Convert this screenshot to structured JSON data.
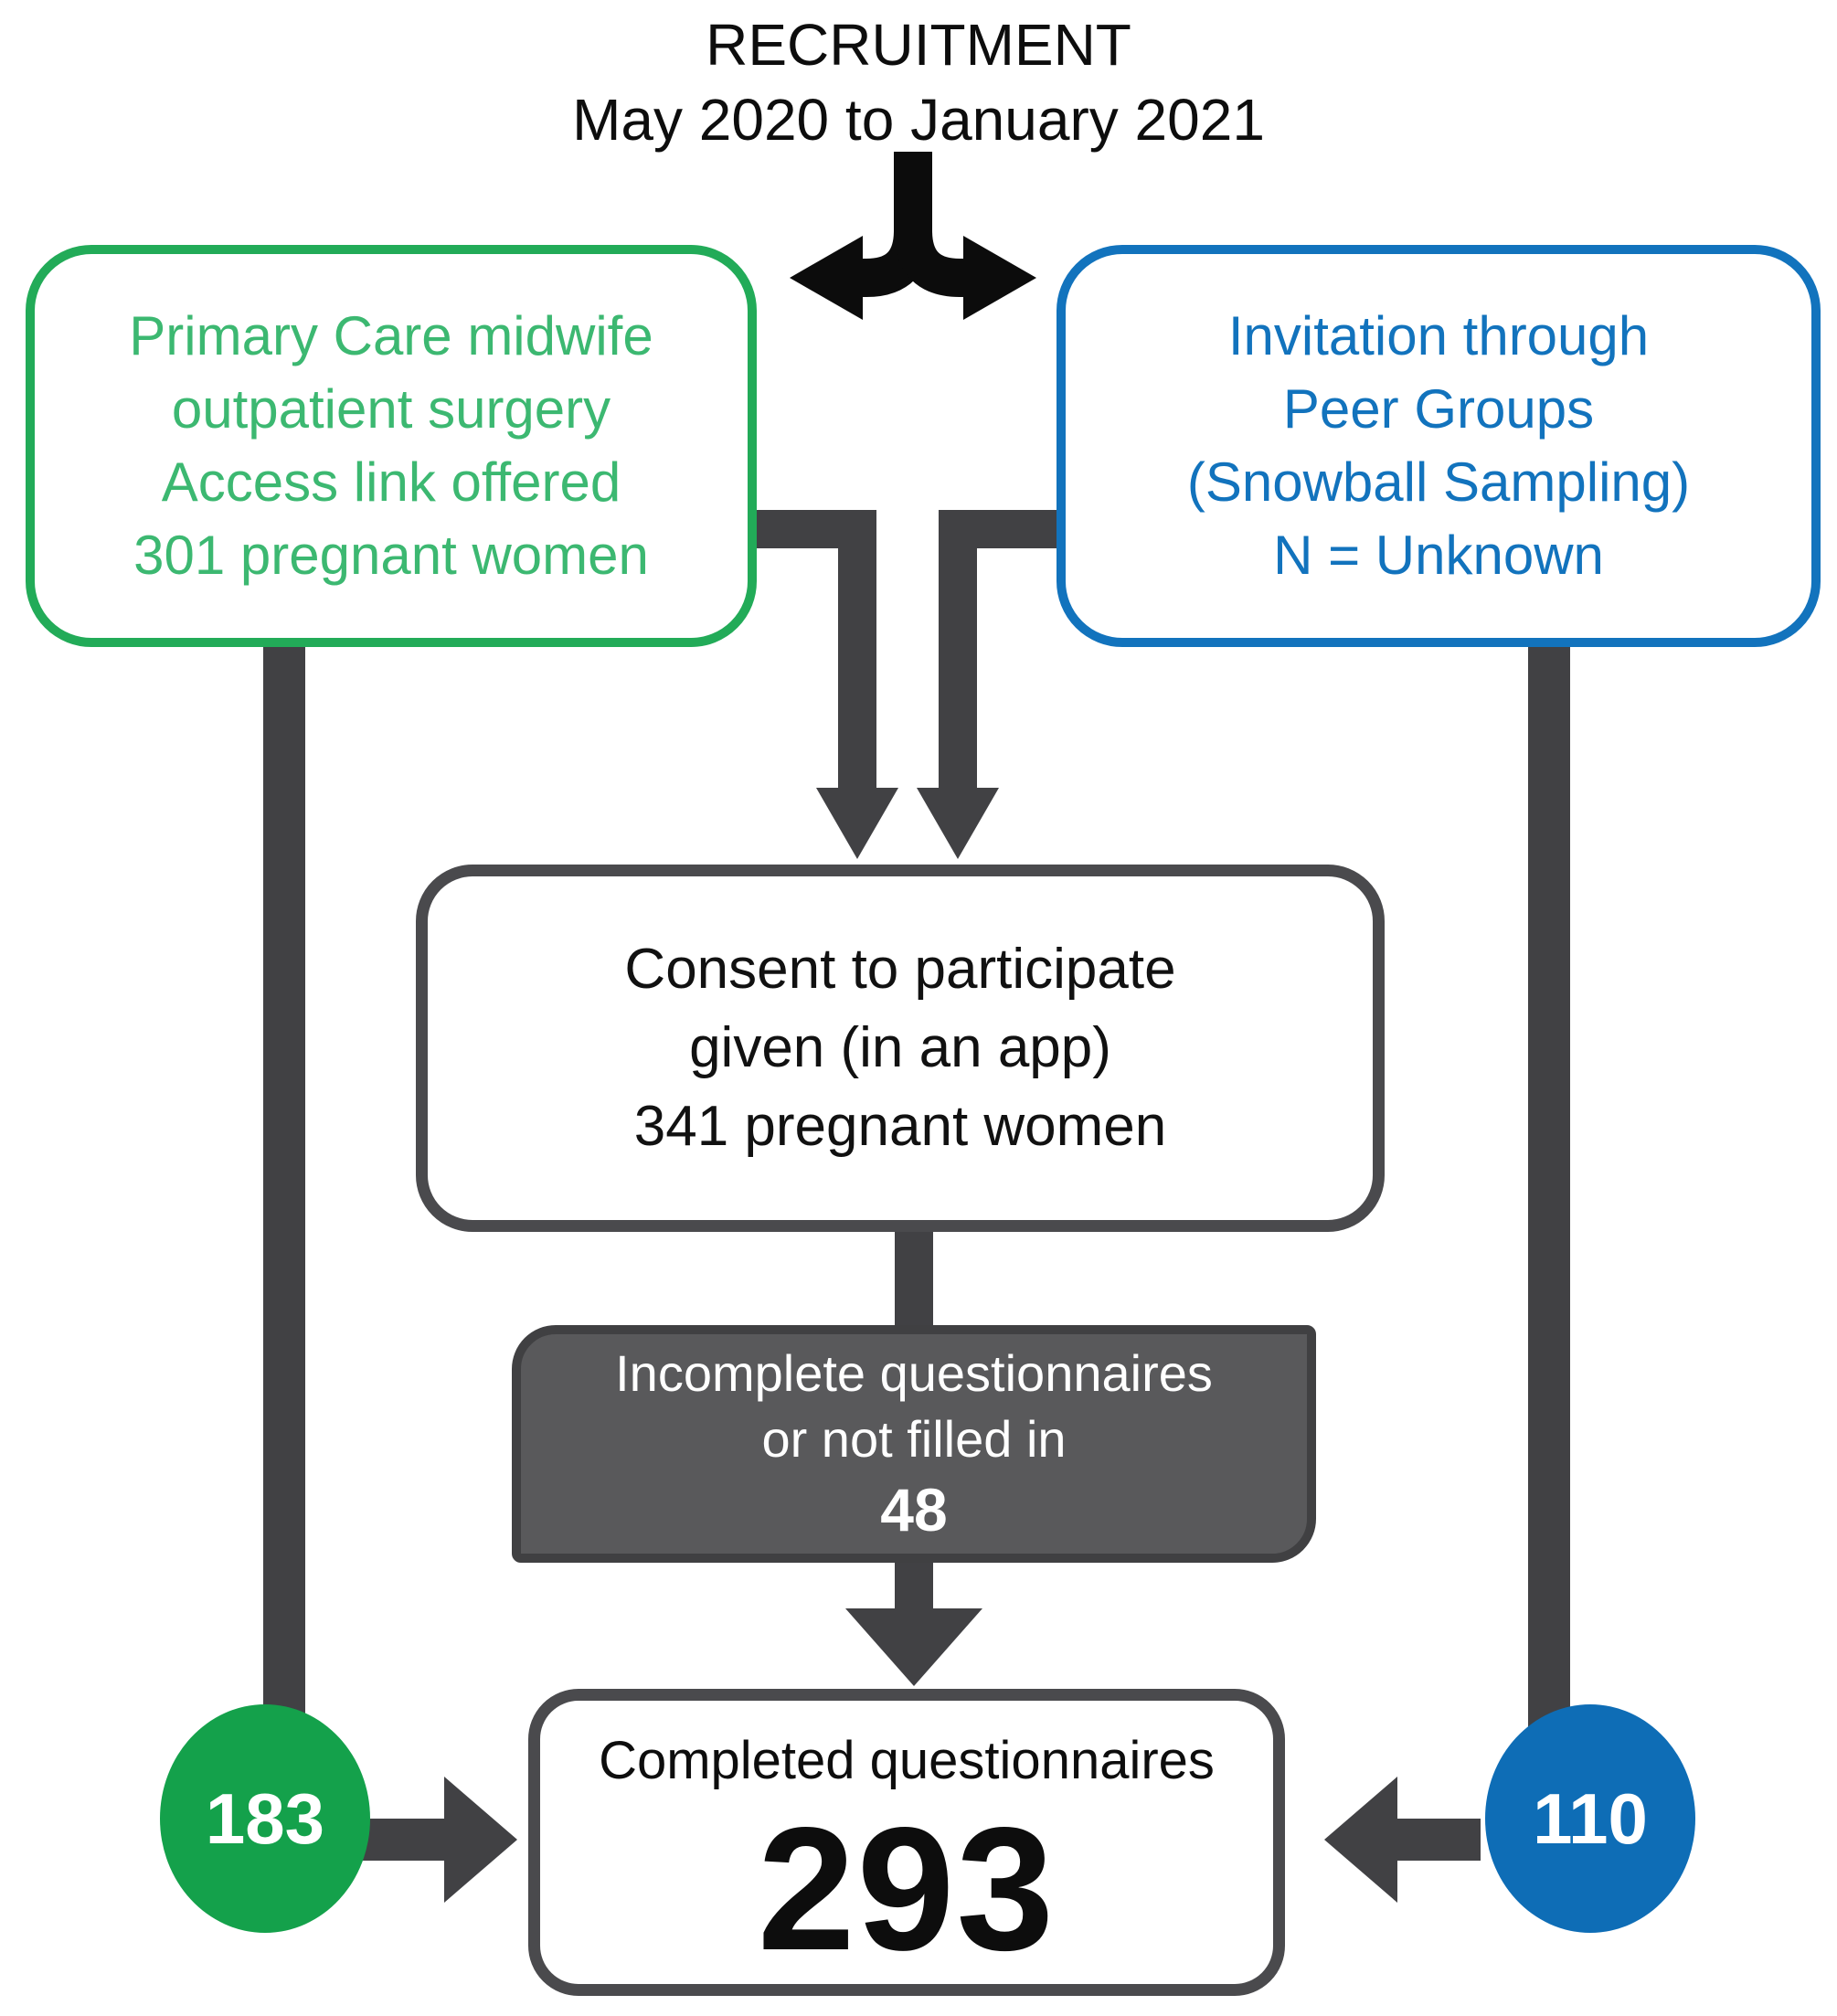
{
  "title": {
    "line1": "RECRUITMENT",
    "line2": "May 2020 to January 2021"
  },
  "boxes": {
    "primary_care": {
      "lines": [
        "Primary Care midwife",
        "outpatient surgery",
        "Access link offered",
        "301 pregnant women"
      ]
    },
    "peer_groups": {
      "lines": [
        "Invitation through",
        "Peer Groups",
        "(Snowball Sampling)",
        "N = Unknown"
      ]
    },
    "consent": {
      "lines": [
        "Consent to participate",
        "given (in an app)",
        "341 pregnant women"
      ]
    },
    "incomplete": {
      "lines": [
        "Incomplete questionnaires",
        "or not filled in"
      ],
      "count": "48"
    },
    "completed": {
      "label": "Completed questionnaires",
      "count": "293"
    }
  },
  "badges": {
    "primary_care_count": "183",
    "peer_groups_count": "110"
  },
  "colors": {
    "primary_green_border": "#22ab58",
    "primary_green_text": "#3cb871",
    "peer_blue": "#1273bd",
    "badge_green": "#14a14b",
    "badge_blue": "#0e6db6",
    "connector_gray": "#414144",
    "split_arrow_black": "#0c0c0c",
    "incomplete_fill": "#59595b",
    "incomplete_border": "#404042",
    "neutral_border": "#4a4a4d"
  }
}
